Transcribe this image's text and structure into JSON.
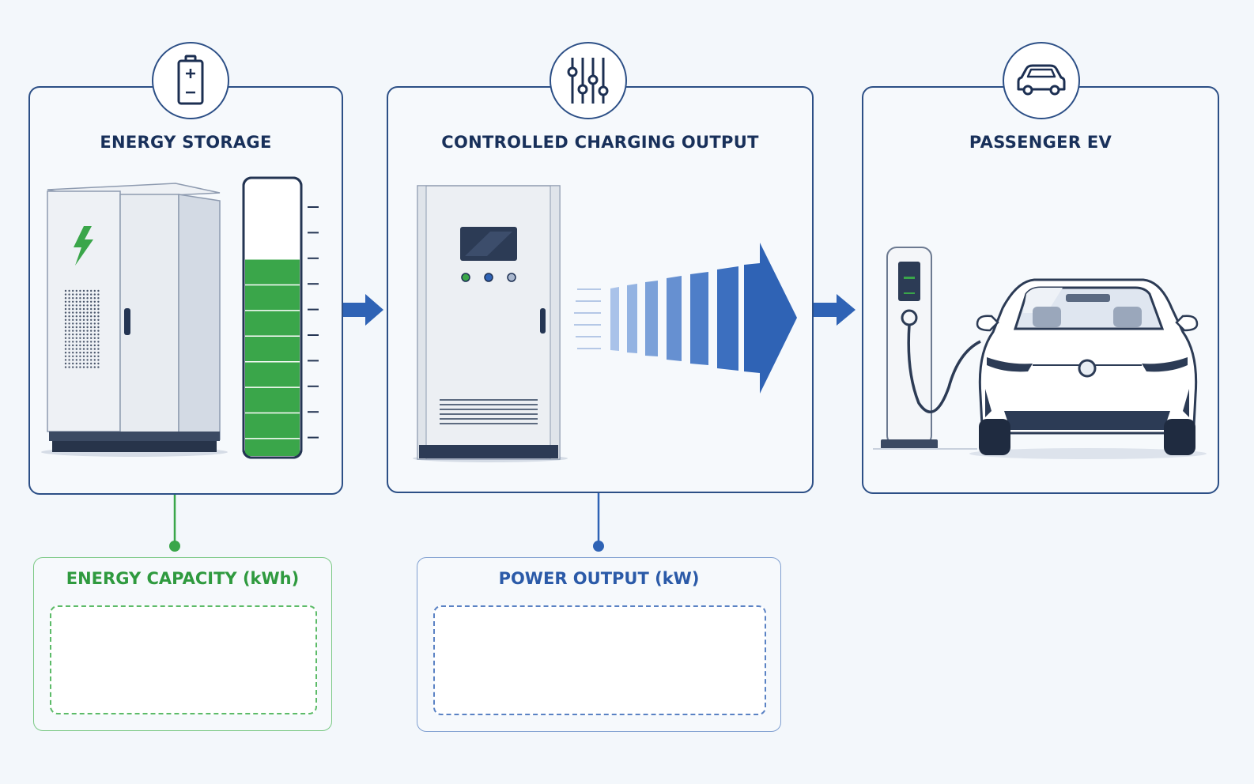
{
  "panels": {
    "storage": {
      "title": "ENERGY STORAGE",
      "icon": "battery-icon"
    },
    "output": {
      "title": "CONTROLLED CHARGING OUTPUT",
      "icon": "sliders-icon"
    },
    "ev": {
      "title": "PASSENGER EV",
      "icon": "car-icon"
    }
  },
  "labels": {
    "capacity": {
      "title": "ENERGY CAPACITY (kWh)",
      "value": ""
    },
    "power": {
      "title": "POWER OUTPUT (kW)",
      "value": ""
    }
  },
  "battery_gauge": {
    "charge_fraction": 0.71
  },
  "colors": {
    "navy": "#2c4f86",
    "green": "#3aa64a",
    "blue": "#2f63b5"
  }
}
